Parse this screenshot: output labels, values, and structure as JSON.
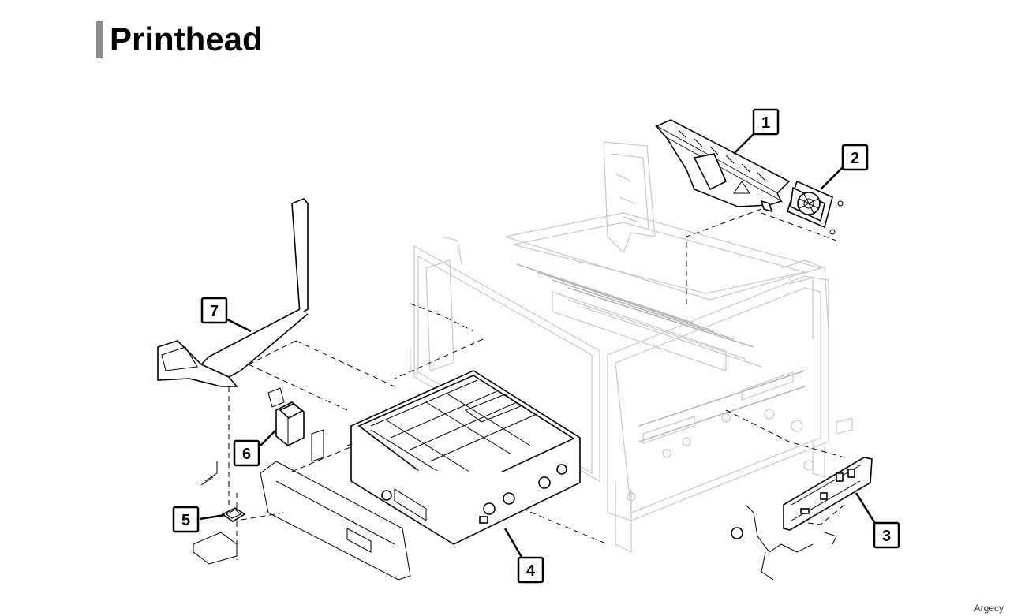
{
  "page": {
    "title": "Printhead",
    "watermark": "Argecy"
  },
  "callouts": [
    {
      "number": "1"
    },
    {
      "number": "2"
    },
    {
      "number": "3"
    },
    {
      "number": "4"
    },
    {
      "number": "5"
    },
    {
      "number": "6"
    },
    {
      "number": "7"
    }
  ]
}
